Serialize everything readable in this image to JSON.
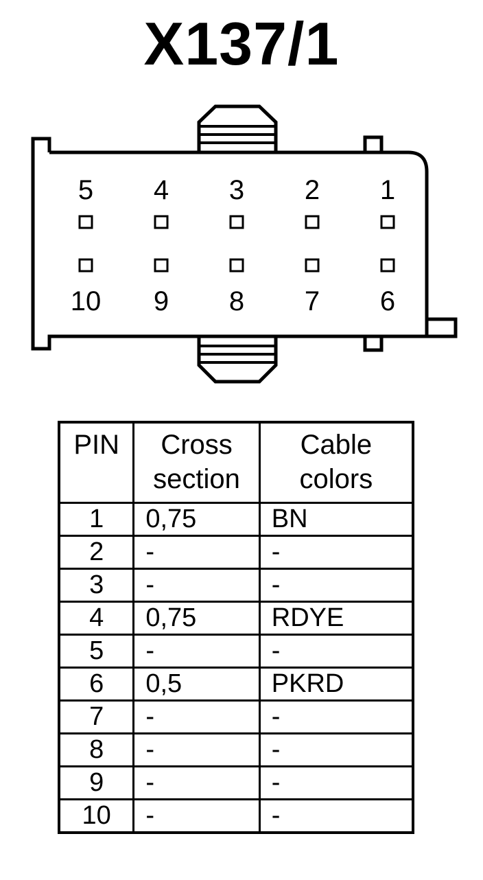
{
  "title": "X137/1",
  "connector": {
    "top_row_pins": [
      "5",
      "4",
      "3",
      "2",
      "1"
    ],
    "bottom_row_pins": [
      "10",
      "9",
      "8",
      "7",
      "6"
    ]
  },
  "table": {
    "headers": {
      "pin": "PIN",
      "cross_section": [
        "Cross",
        "section"
      ],
      "cable_colors": [
        "Cable",
        "colors"
      ]
    },
    "rows": [
      {
        "pin": "1",
        "cross_section": "0,75",
        "cable_color": "BN"
      },
      {
        "pin": "2",
        "cross_section": "-",
        "cable_color": "-"
      },
      {
        "pin": "3",
        "cross_section": "-",
        "cable_color": "-"
      },
      {
        "pin": "4",
        "cross_section": "0,75",
        "cable_color": "RDYE"
      },
      {
        "pin": "5",
        "cross_section": "-",
        "cable_color": "-"
      },
      {
        "pin": "6",
        "cross_section": "0,5",
        "cable_color": "PKRD"
      },
      {
        "pin": "7",
        "cross_section": "-",
        "cable_color": "-"
      },
      {
        "pin": "8",
        "cross_section": "-",
        "cable_color": "-"
      },
      {
        "pin": "9",
        "cross_section": "-",
        "cable_color": "-"
      },
      {
        "pin": "10",
        "cross_section": "-",
        "cable_color": "-"
      }
    ]
  }
}
